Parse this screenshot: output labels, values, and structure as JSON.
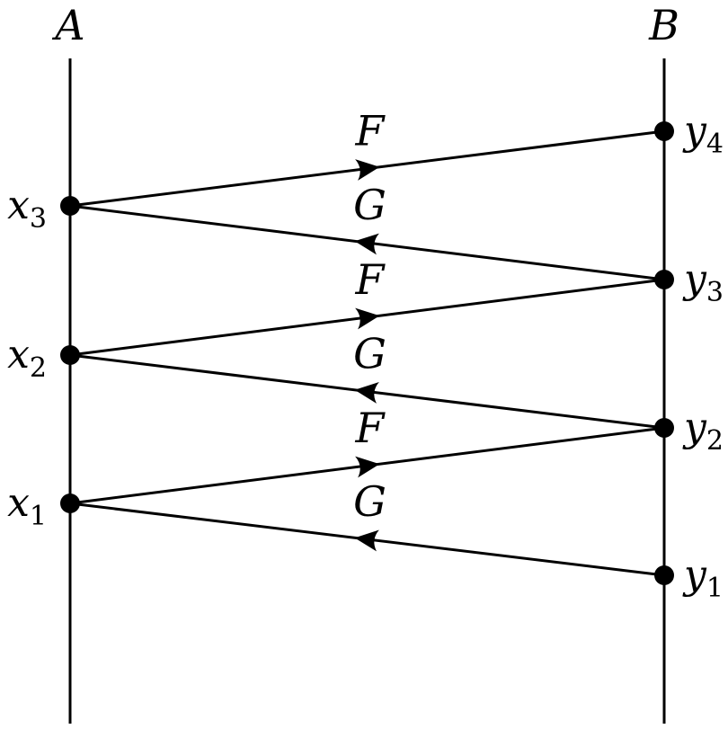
{
  "colors": {
    "ink": "#000000",
    "background": "#ffffff"
  },
  "diagram": {
    "axes": {
      "left": "A",
      "right": "B"
    },
    "left_nodes": [
      {
        "id": "x1",
        "base": "x",
        "sub": "1"
      },
      {
        "id": "x2",
        "base": "x",
        "sub": "2"
      },
      {
        "id": "x3",
        "base": "x",
        "sub": "3"
      }
    ],
    "right_nodes": [
      {
        "id": "y1",
        "base": "y",
        "sub": "1"
      },
      {
        "id": "y2",
        "base": "y",
        "sub": "2"
      },
      {
        "id": "y3",
        "base": "y",
        "sub": "3"
      },
      {
        "id": "y4",
        "base": "y",
        "sub": "4"
      }
    ],
    "arrows": [
      {
        "from": "y1",
        "to": "x1",
        "label": "G"
      },
      {
        "from": "x1",
        "to": "y2",
        "label": "F"
      },
      {
        "from": "y2",
        "to": "x2",
        "label": "G"
      },
      {
        "from": "x2",
        "to": "y3",
        "label": "F"
      },
      {
        "from": "y3",
        "to": "x3",
        "label": "G"
      },
      {
        "from": "x3",
        "to": "y4",
        "label": "F"
      }
    ]
  }
}
